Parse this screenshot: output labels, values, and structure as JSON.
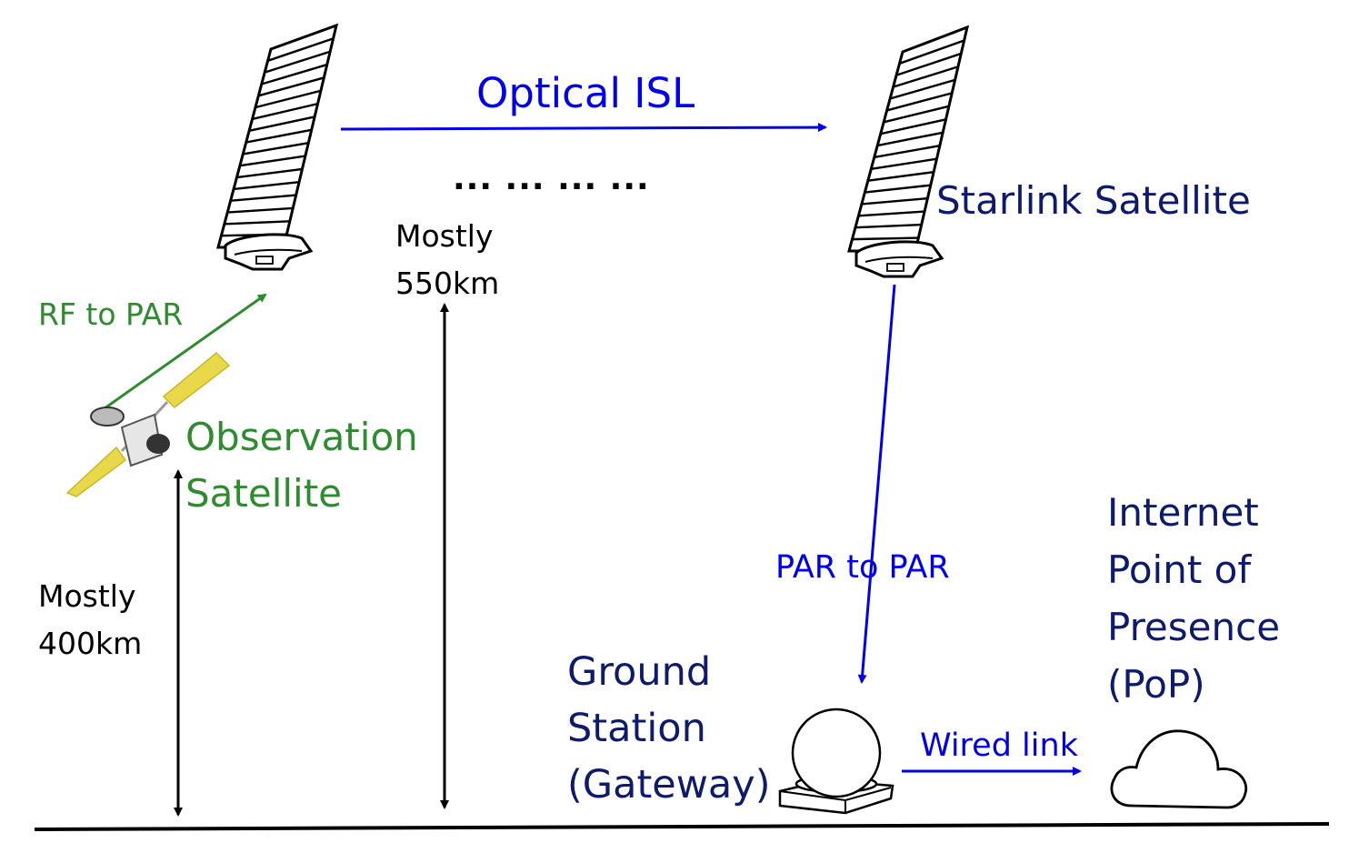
{
  "labels": {
    "optical_isl": "Optical ISL",
    "ellipsis": "... ... ... ...",
    "starlink_satellite": "Starlink Satellite",
    "rf_to_par": "RF to PAR",
    "observation_satellite": "Observation\nSatellite",
    "mostly_550km": "Mostly\n550km",
    "mostly_400km": "Mostly\n400km",
    "par_to_par": "PAR to PAR",
    "internet_pop": "Internet\nPoint of\nPresence\n(PoP)",
    "ground_station": "Ground\nStation\n(Gateway)",
    "wired_link": "Wired link"
  },
  "icons": [
    "starlink-satellite-icon",
    "observation-satellite-icon",
    "ground-station-dome-icon",
    "cloud-icon"
  ],
  "colors": {
    "isl_blue": "#0000ee",
    "rf_green": "#2e8b2e",
    "label_navy": "#0d1a6e",
    "solar_yellow": "#e8d84a",
    "black": "#000000"
  }
}
